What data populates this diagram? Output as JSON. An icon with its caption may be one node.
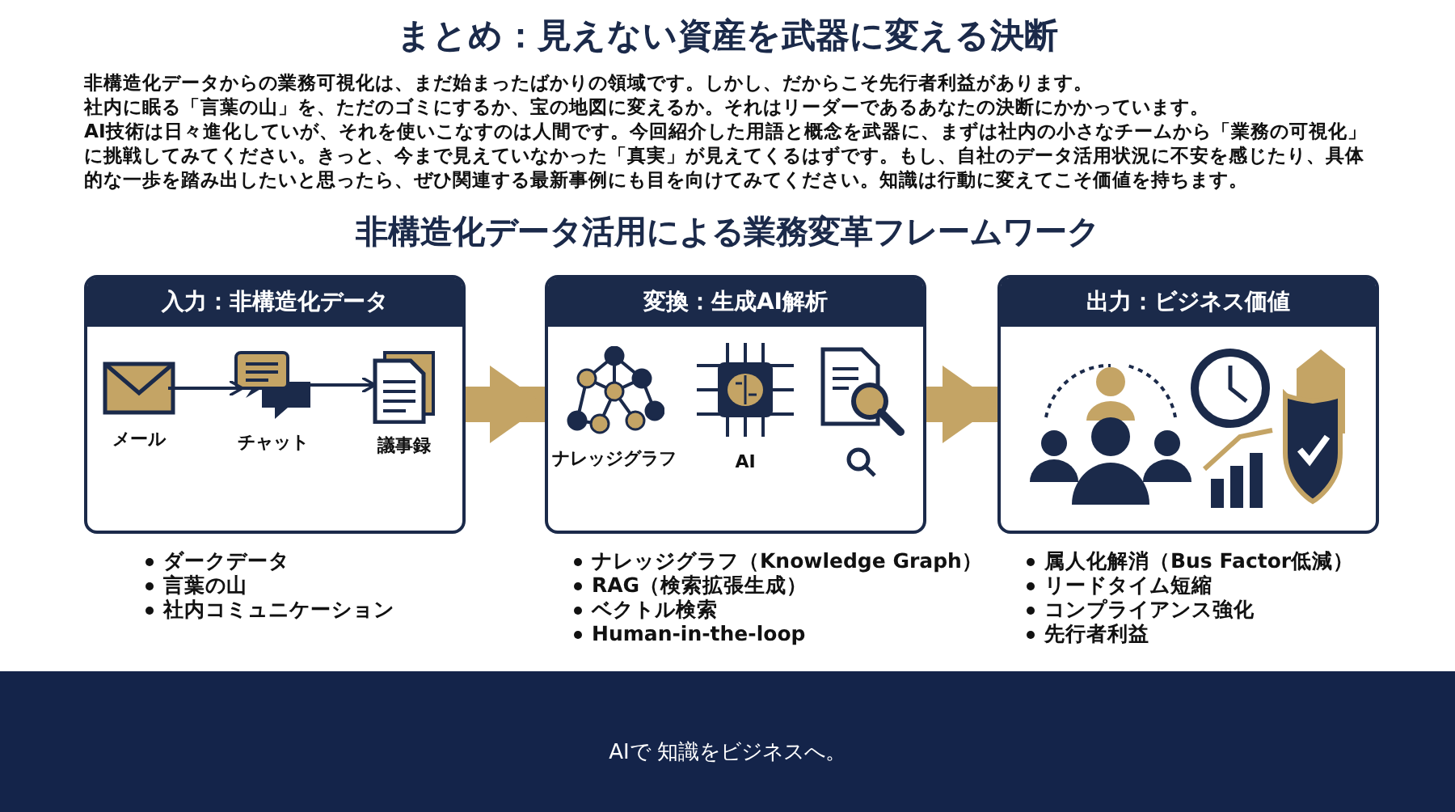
{
  "diagram": {
    "title": "まとめ：見えない資産を武器に変える決断",
    "nodes": [
      {
        "text": [
          "入力：非構造化データ"
        ],
        "beside": [
          "ダークデータ",
          "言葉の山",
          "社内コミュニケーション"
        ]
      },
      {
        "text": [
          "メール"
        ],
        "in": 0
      },
      {
        "text": [
          "チャット"
        ],
        "in": 0
      },
      {
        "text": [
          "議事録"
        ],
        "in": 0
      },
      {
        "text": [
          "変換：生成AI解析"
        ],
        "beside": [
          "ナレッジグラフ（Knowledge Graph）",
          "RAG（検索拡張生成）",
          "ベクトル検索",
          "Human-in-the-loop"
        ]
      },
      {
        "text": [
          "ナレッジグラフ"
        ],
        "in": 4
      },
      {
        "text": [
          "AI"
        ],
        "in": 4
      },
      {
        "text": [],
        "shape": "picture",
        "in": 4
      },
      {
        "text": [
          "出力：ビジネス価値"
        ],
        "beside": [
          "属人化解消（Bus Factor低減）",
          "リードタイム短縮",
          "コンプライアンス強化",
          "先行者利益"
        ]
      }
    ],
    "edges": [
      {
        "from": 1,
        "to": 2,
        "arrow": "to"
      },
      {
        "from": 2,
        "to": 3,
        "arrow": "to"
      },
      {
        "from": 0,
        "to": 4,
        "arrow": "to",
        "style": "thick",
        "color": "#c4a465"
      },
      {
        "from": 4,
        "to": 8,
        "arrow": "to",
        "style": "thick",
        "color": "#c4a465"
      }
    ],
    "labels": [
      "非構造化データからの業務可視化は、まだ始まったばかりの領域です。しかし、だからこそ先行者利益があります。",
      "社内に眠る「言葉の山」を、ただのゴミにするか、宝の地図に変えるか。それはリーダーであるあなたの決断にかかっています。",
      "AI技術は日々進化していが、それを使いこなすのは人間です。今回紹介した用語と概念を武器に、まずは社内の小さなチームから「業務の可視化」に挑戦してみてください。きっと、今まで見えていなかった「真実」が見えてくるはずです。もし、自社のデータ活用状況に不安を感じたり、具体的な一歩を踏み出したいと思ったら、ぜひ関連する最新事例にも目を向けてみてください。知識は行動に変えてこそ価値を持ちます。",
      "非構造化データ活用による業務変革フレームワーク",
      "AIで 知識をビジネスへ。"
    ]
  }
}
